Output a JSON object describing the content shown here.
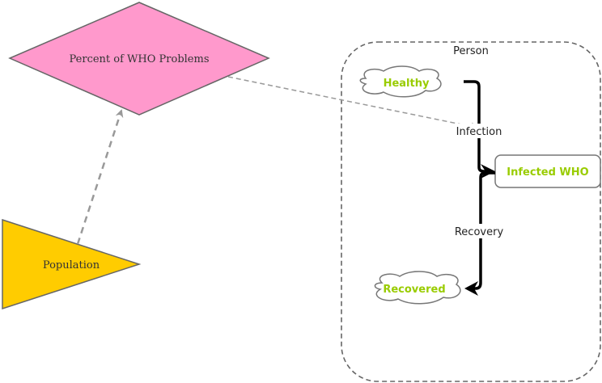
{
  "diagram": {
    "group": {
      "label": "Person"
    },
    "variable": {
      "label": "Percent of WHO Problems"
    },
    "agent": {
      "label": "Population"
    },
    "states": {
      "healthy": "Healthy",
      "infected": "Infected WHO",
      "recovered": "Recovered"
    },
    "transitions": {
      "infection": "Infection",
      "recovery": "Recovery"
    },
    "colors": {
      "diamond_fill": "#FF99CC",
      "triangle_fill": "#FFCC00",
      "state_text": "#99CC00",
      "stroke": "#666666",
      "link": "#999999"
    }
  }
}
